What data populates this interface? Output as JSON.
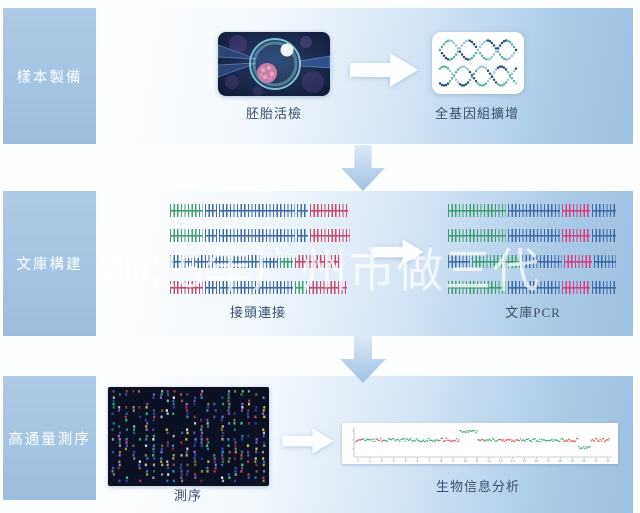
{
  "watermark": {
    "text": "2025年广州市做三代"
  },
  "process": {
    "rows": [
      {
        "sidebar_label": "樣本製備",
        "steps": [
          {
            "label": "胚胎活檢"
          },
          {
            "label": "全基因組擴增"
          }
        ]
      },
      {
        "sidebar_label": "文庫構建",
        "steps": [
          {
            "label": "接頭連接"
          },
          {
            "label": "文庫PCR"
          }
        ]
      },
      {
        "sidebar_label": "高通量測序",
        "steps": [
          {
            "label": "測序"
          },
          {
            "label": "生物信息分析"
          }
        ]
      }
    ]
  },
  "colors": {
    "sidebar_blue": "#a6c6e4",
    "band_blue": "#9dc1e2",
    "label_text": "#3d4f6d",
    "watermark_white": "rgba(255,255,255,0.72)",
    "dna_green": "#3e9e72",
    "dna_blue": "#3e6cab",
    "dna_red": "#c8496b",
    "dna_pink": "#d0437f"
  },
  "diagrams": {
    "adapter_ligation": {
      "rows": [
        [
          [
            "green",
            33
          ],
          [
            "blue",
            12
          ],
          [
            "blue",
            76
          ],
          [
            "blue",
            11
          ],
          [
            "red",
            38
          ]
        ],
        [
          [
            "green",
            33
          ],
          [
            "blue",
            12
          ],
          [
            "blue",
            76
          ],
          [
            "blue",
            11
          ],
          [
            "red",
            40
          ]
        ],
        [
          [
            "blue",
            22
          ],
          [
            "blue",
            84
          ],
          [
            "green",
            13
          ],
          [
            "red",
            46
          ]
        ],
        [
          [
            "red",
            33
          ],
          [
            "blue",
            12
          ],
          [
            "blue",
            74
          ],
          [
            "green",
            12
          ],
          [
            "red",
            38
          ]
        ]
      ]
    },
    "library_pcr": {
      "rows": [
        [
          [
            "green",
            58
          ],
          [
            "blue",
            52
          ],
          [
            "pink",
            28
          ],
          [
            "blue",
            24
          ]
        ],
        [
          [
            "green",
            58
          ],
          [
            "blue",
            52
          ],
          [
            "pink",
            28
          ],
          [
            "blue",
            24
          ]
        ],
        [
          [
            "blue",
            22
          ],
          [
            "green",
            48
          ],
          [
            "blue",
            40
          ],
          [
            "pink",
            28
          ],
          [
            "blue",
            22
          ]
        ],
        [
          [
            "green",
            58
          ],
          [
            "blue",
            52
          ],
          [
            "pink",
            28
          ],
          [
            "blue",
            24
          ]
        ]
      ]
    }
  },
  "illustrations": {
    "dna_helix_colors": [
      "#2d4f7c",
      "#5fb3a1",
      "#9fc3dd"
    ],
    "flowcell_bg": "#0b1022",
    "sequencing_dot_colors": [
      "#d9c24a",
      "#4a90d9",
      "#d94a5a",
      "#4ad98c",
      "#e8e8e8",
      "#9a6ad9",
      "#3a5fd9"
    ]
  },
  "chart_data": {
    "type": "scatter",
    "description": "CNV copy-number scatter across chromosomes 1-22: log2-ratio points on baseline 0 with one elevated gain segment and one lowered loss segment",
    "x_axis": {
      "tick_labels": [
        "1",
        "2",
        "3",
        "4",
        "5",
        "6",
        "7",
        "8",
        "9",
        "10",
        "11",
        "12",
        "13",
        "14",
        "15",
        "16",
        "17",
        "18",
        "19",
        "20",
        "21",
        "22"
      ]
    },
    "y_axis": {
      "range": [
        -1,
        1
      ],
      "baseline": 0
    },
    "point_colors": {
      "red": "#d05050",
      "green": "#3f9d74"
    },
    "segments": [
      {
        "name": "gain",
        "x_frac": [
          0.41,
          0.48
        ],
        "value": 0.5,
        "color": "green"
      },
      {
        "name": "loss",
        "x_frac": [
          0.875,
          0.925
        ],
        "value": -0.45,
        "color": "green"
      }
    ],
    "plot_bg": "#ffffff"
  }
}
